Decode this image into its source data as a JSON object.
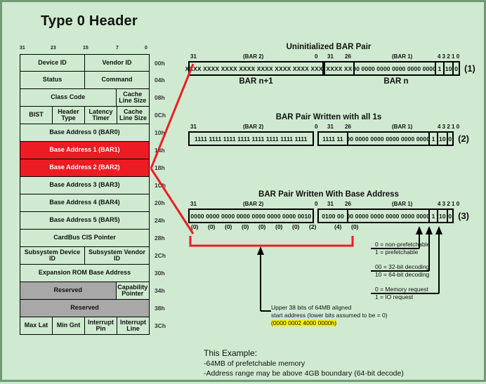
{
  "title": "Type 0 Header",
  "colors": {
    "background": "#cfead0",
    "highlight_red": "#ed1c24",
    "reserved_gray": "#a8a8a8",
    "yellow_highlight": "#f5f000"
  },
  "header_table": {
    "bit_ruler": [
      "31",
      "23",
      "15",
      "7",
      "0"
    ],
    "rows": [
      {
        "offset": "00h",
        "cells": [
          {
            "label": "Device ID",
            "style": "normal"
          },
          {
            "label": "Vendor ID",
            "style": "normal"
          }
        ]
      },
      {
        "offset": "04h",
        "cells": [
          {
            "label": "Status",
            "style": "normal"
          },
          {
            "label": "Command",
            "style": "normal"
          }
        ]
      },
      {
        "offset": "08h",
        "cells": [
          {
            "label": "Class Code",
            "style": "normal",
            "span": 3
          },
          {
            "label": "Cache Line Size",
            "style": "normal"
          }
        ]
      },
      {
        "offset": "0Ch",
        "cells": [
          {
            "label": "BIST",
            "style": "normal"
          },
          {
            "label": "Header Type",
            "style": "normal"
          },
          {
            "label": "Latency Timer",
            "style": "normal"
          },
          {
            "label": "Cache Line Size",
            "style": "normal"
          }
        ]
      },
      {
        "offset": "10h",
        "cells": [
          {
            "label": "Base Address 0 (BAR0)",
            "style": "normal"
          }
        ]
      },
      {
        "offset": "14h",
        "cells": [
          {
            "label": "Base Address 1 (BAR1)",
            "style": "red"
          }
        ]
      },
      {
        "offset": "18h",
        "cells": [
          {
            "label": "Base Address 2 (BAR2)",
            "style": "red"
          }
        ]
      },
      {
        "offset": "1Ch",
        "cells": [
          {
            "label": "Base Address 3 (BAR3)",
            "style": "normal"
          }
        ]
      },
      {
        "offset": "20h",
        "cells": [
          {
            "label": "Base Address 4 (BAR4)",
            "style": "normal"
          }
        ]
      },
      {
        "offset": "24h",
        "cells": [
          {
            "label": "Base Address 5 (BAR5)",
            "style": "normal"
          }
        ]
      },
      {
        "offset": "28h",
        "cells": [
          {
            "label": "CardBus CIS Pointer",
            "style": "normal"
          }
        ]
      },
      {
        "offset": "2Ch",
        "cells": [
          {
            "label": "Subsystem Device ID",
            "style": "normal"
          },
          {
            "label": "Subsystem Vendor ID",
            "style": "normal"
          }
        ]
      },
      {
        "offset": "30h",
        "cells": [
          {
            "label": "Expansion ROM Base Address",
            "style": "normal"
          }
        ]
      },
      {
        "offset": "34h",
        "cells": [
          {
            "label": "Reserved",
            "style": "gray",
            "span": 3
          },
          {
            "label": "Capability Pointer",
            "style": "normal"
          }
        ]
      },
      {
        "offset": "38h",
        "cells": [
          {
            "label": "Reserved",
            "style": "gray"
          }
        ]
      },
      {
        "offset": "3Ch",
        "cells": [
          {
            "label": "Max Lat",
            "style": "normal"
          },
          {
            "label": "Min Gnt",
            "style": "normal"
          },
          {
            "label": "Interrupt Pin",
            "style": "normal"
          },
          {
            "label": "Interrupt Line",
            "style": "normal"
          }
        ]
      }
    ]
  },
  "diagrams": [
    {
      "marker": "(1)",
      "title": "Uninitialized BAR Pair",
      "upper": {
        "name": "(BAR 2)",
        "bit_high": "31",
        "bit_low": "0",
        "value": "XXXX XXXX XXXX XXXX XXXX XXXX XXXX XXXX",
        "label": "BAR n+1"
      },
      "lower": {
        "name": "(BAR 1)",
        "bit_31": "31",
        "bit_26": "26",
        "bits_4_0": "4 3 2 1 0",
        "field_31_26": "XXXX XX",
        "field_25_4": "00 0000 0000 0000 0000 0000",
        "field_3": "1",
        "field_2_1": "10",
        "field_0": "0",
        "label": "BAR n"
      }
    },
    {
      "marker": "(2)",
      "title": "BAR Pair Written with all 1s",
      "upper": {
        "name": "(BAR 2)",
        "bit_high": "31",
        "bit_low": "0",
        "value": "1111 1111 1111 1111 1111 1111 1111 1111",
        "label": ""
      },
      "lower": {
        "name": "(BAR 1)",
        "bit_31": "31",
        "bit_26": "26",
        "bits_4_0": "4 3 2 1 0",
        "field_31_26": "1111 11",
        "field_25_4": "00 0000 0000 0000 0000 0000",
        "field_3": "1",
        "field_2_1": "10",
        "field_0": "0",
        "label": ""
      }
    },
    {
      "marker": "(3)",
      "title": "BAR Pair Written With Base Address",
      "upper": {
        "name": "(BAR 2)",
        "bit_high": "31",
        "bit_low": "0",
        "value": "0000 0000 0000 0000 0000 0000 0000 0010",
        "label": ""
      },
      "lower": {
        "name": "(BAR 1)",
        "bit_31": "31",
        "bit_26": "26",
        "bits_4_0": "4 3 2 1 0",
        "field_31_26": "0100 00",
        "field_25_4": "00 0000 0000 0000 0000 0000",
        "field_3": "1",
        "field_2_1": "10",
        "field_0": "0",
        "label": ""
      },
      "nibbles": [
        "(0)",
        "(0)",
        "(0)",
        "(0)",
        "(0)",
        "(0)",
        "(0)",
        "(2)",
        "(4)",
        "(0)"
      ]
    }
  ],
  "legend": {
    "prefetch": [
      "0 = non-prefetchable",
      "1 = prefetchable"
    ],
    "decoding": [
      "00 = 32-bit decoding",
      "10 = 64-bit decoding"
    ],
    "request": [
      "0 = Memory request",
      "1 = IO request"
    ]
  },
  "annotation": {
    "line1": "Upper 38 bits of 64MB aligned",
    "line2": "start address (lower bits assumed to be = 0)",
    "highlighted": "(0000 0002 4000 0000h)"
  },
  "example": {
    "title": "This Example:",
    "bullets": [
      "-64MB of prefetchable memory",
      "-Address range may be above 4GB boundary (64-bit decode)"
    ]
  }
}
